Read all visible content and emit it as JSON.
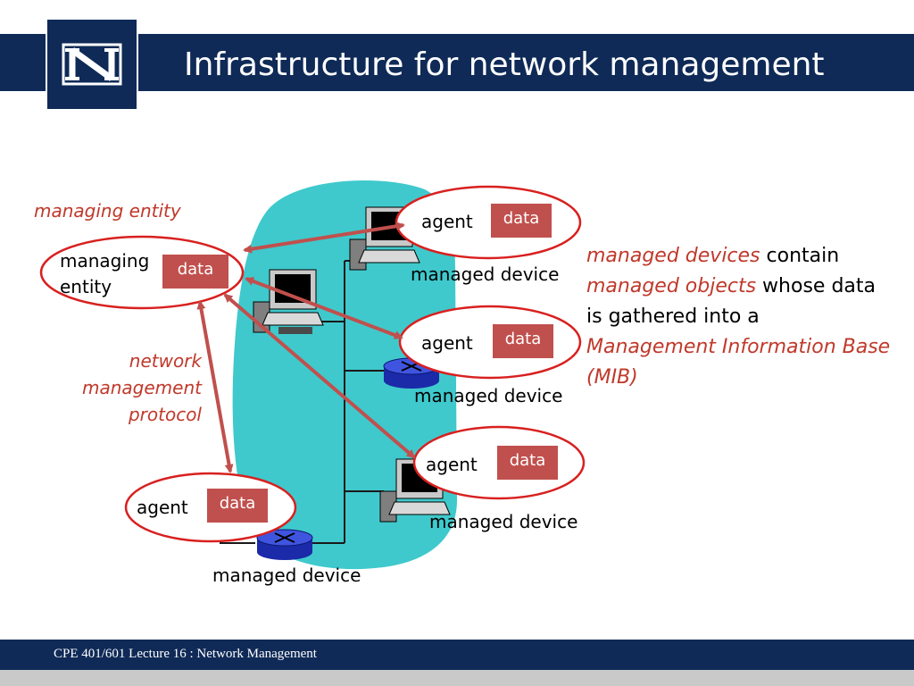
{
  "header": {
    "title": "Infrastructure for network management"
  },
  "footer": {
    "text": "CPE 401/601 Lecture 16 : Network Management"
  },
  "diagram": {
    "managing_entity_caption": "managing entity",
    "managing_entity_label_line1": "managing",
    "managing_entity_label_line2": "entity",
    "protocol_line1": "network",
    "protocol_line2": "management",
    "protocol_line3": "protocol",
    "agent_label": "agent",
    "data_label": "data",
    "managed_device_label": "managed device"
  },
  "description": {
    "part1": "managed devices",
    "part2": " contain ",
    "part3": "managed objects",
    "part4": " whose data is gathered into a ",
    "part5": "Management Information Base (MIB)"
  },
  "colors": {
    "header_bg": "#0f2a57",
    "cloud": "#3fc9cc",
    "ellipse_stroke": "#d8201f",
    "arrow": "#c0504d",
    "data_chip": "#c0504d",
    "accent_text": "#c0392b"
  }
}
